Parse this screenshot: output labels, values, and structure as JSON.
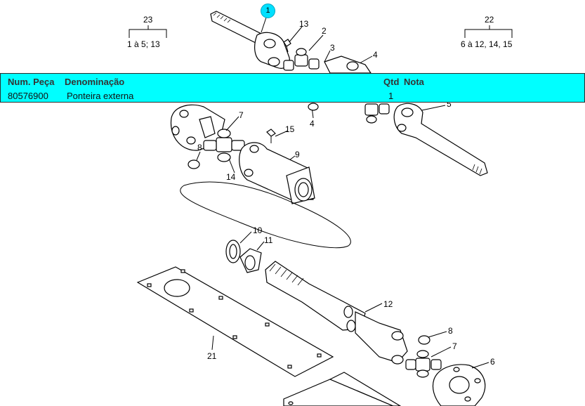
{
  "table": {
    "headers": {
      "part_number": "Num. Peça",
      "description": "Denominação",
      "quantity": "Qtd",
      "note": "Nota"
    },
    "rows": [
      {
        "part_number": "80576900",
        "description": "Ponteira externa",
        "quantity": "1",
        "note": ""
      }
    ]
  },
  "diagram": {
    "selected_callout": "1",
    "group_labels": {
      "g23": {
        "number": "23",
        "range": "1 à 5;   13"
      },
      "g22": {
        "number": "22",
        "range": "6 à 12, 14, 15"
      }
    },
    "callouts": {
      "c2": "2",
      "c3": "3",
      "c4a": "4",
      "c4b": "4",
      "c5": "5",
      "c6": "6",
      "c7a": "7",
      "c7b": "7",
      "c8a": "8",
      "c8b": "8",
      "c9": "9",
      "c10": "10",
      "c11": "11",
      "c12": "12",
      "c13": "13",
      "c14": "14",
      "c15": "15",
      "c21": "21"
    }
  }
}
